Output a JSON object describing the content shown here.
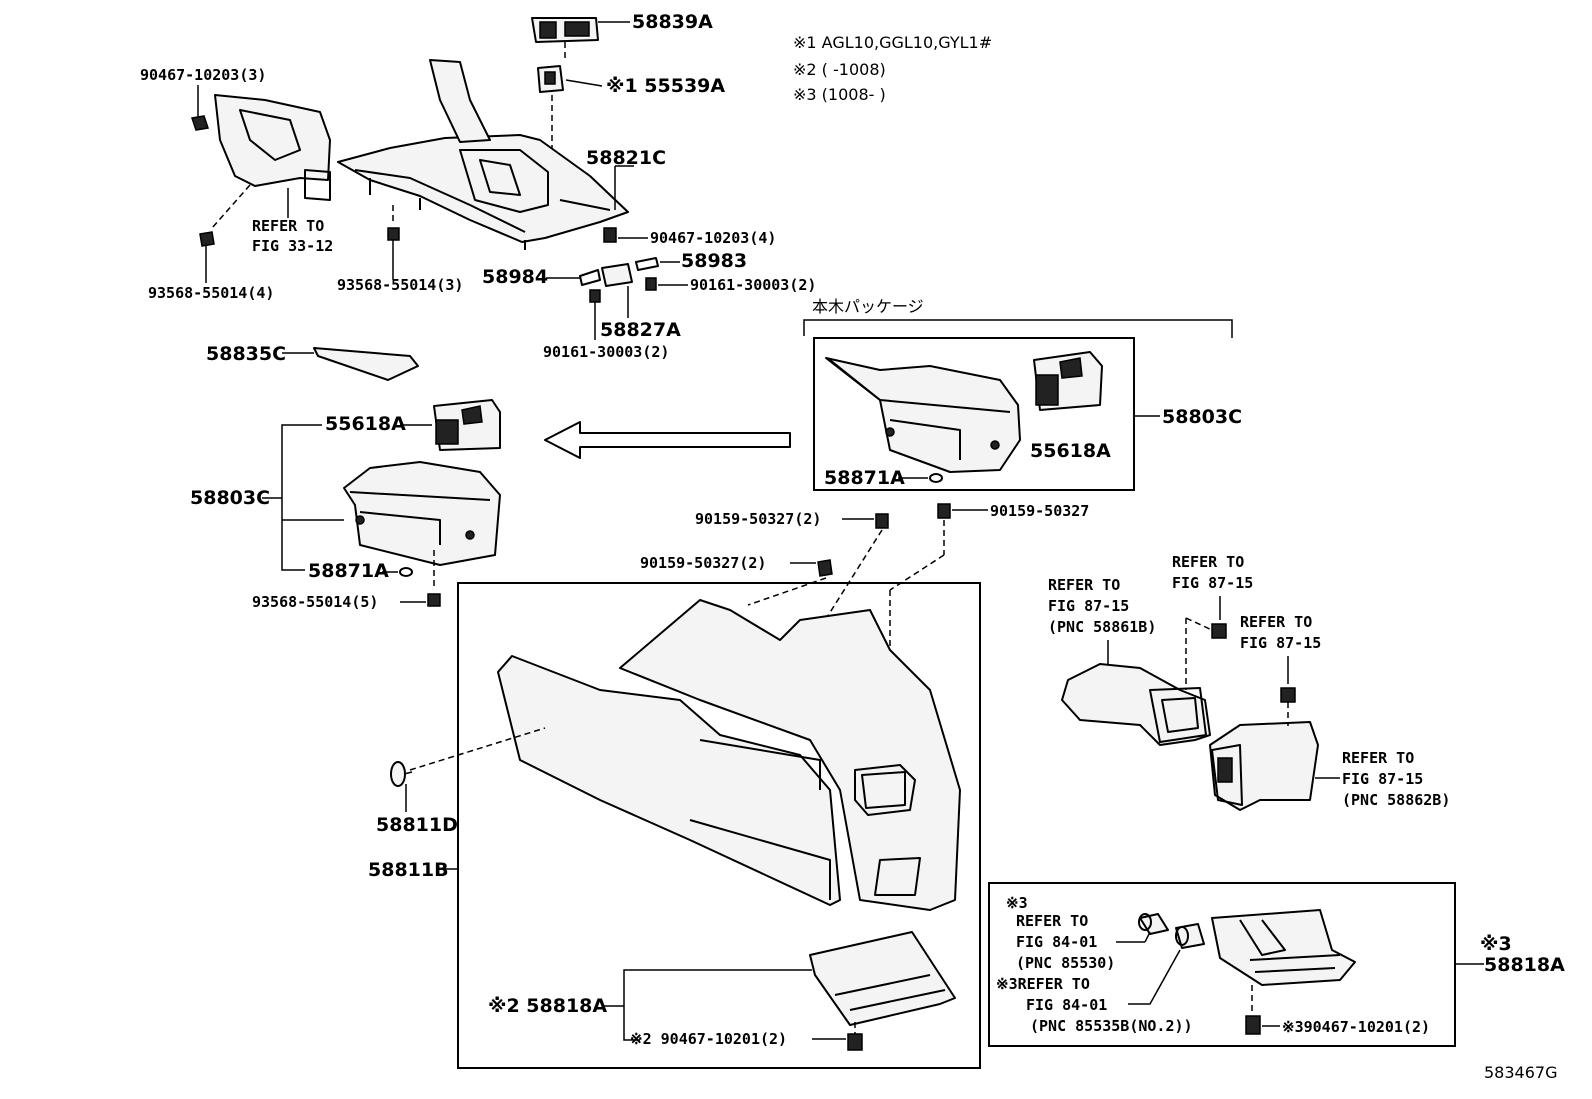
{
  "notes": {
    "n1": "※1 AGL10,GGL10,GYL1#",
    "n2": "※2 (    -1008)",
    "n3": "※3 (1008-    )"
  },
  "package_label": "本木パッケージ",
  "diagram_code": "583467G",
  "labels": {
    "p58839A": "58839A",
    "p55539A": "※1 55539A",
    "p58821C": "58821C",
    "p90467_3": "90467-10203(3)",
    "refer_fig33_a": "REFER TO",
    "refer_fig33_b": "FIG 33-12",
    "p90467_4": "90467-10203(4)",
    "p93568_4": "93568-55014(4)",
    "p93568_3": "93568-55014(3)",
    "p58984": "58984",
    "p58983": "58983",
    "p90161_a": "90161-30003(2)",
    "p58827A": "58827A",
    "p90161_b": "90161-30003(2)",
    "p58835C": "58835C",
    "p55618A_left": "55618A",
    "p58803C_left": "58803C",
    "p58871A_left": "58871A",
    "p93568_5": "93568-55014(5)",
    "p58803C_right": "58803C",
    "p55618A_right": "55618A",
    "p58871A_right": "58871A",
    "p90159_a": "90159-50327(2)",
    "p90159_b": "90159-50327",
    "p90159_c": "90159-50327(2)",
    "p58811D": "58811D",
    "p58811B": "58811B",
    "p58818A_left": "※2 58818A",
    "p90467_10201_left": "※2 90467-10201(2)",
    "refer_87_a1": "REFER TO",
    "refer_87_a2": "FIG 87-15",
    "refer_87_a3": "(PNC 58861B)",
    "refer_87_b1": "REFER TO",
    "refer_87_b2": "FIG 87-15",
    "refer_87_c1": "REFER TO",
    "refer_87_c2": "FIG 87-15",
    "refer_87_d1": "REFER TO",
    "refer_87_d2": "FIG 87-15",
    "refer_87_d3": "(PNC 58862B)",
    "box3_mark": "※3",
    "refer_84_a1": "REFER TO",
    "refer_84_a2": "FIG 84-01",
    "refer_84_a3": "(PNC 85530)",
    "refer_84_b1": "※3REFER TO",
    "refer_84_b2": "FIG 84-01",
    "refer_84_b3": "(PNC 85535B(NO.2))",
    "p90467_10201_right": "※390467-10201(2)",
    "p58818A_right_mark": "※3",
    "p58818A_right": "58818A"
  }
}
